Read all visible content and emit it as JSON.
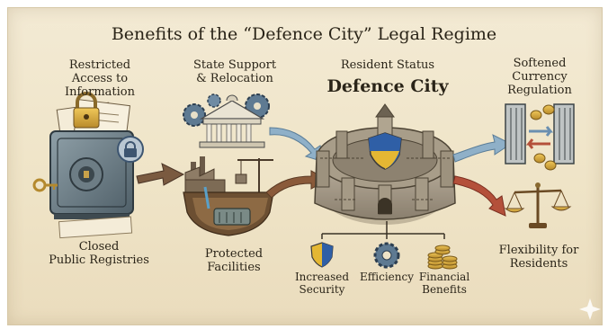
{
  "title": "Benefits of the “Defence City” Legal Regime",
  "top_labels": {
    "restricted": "Restricted\nAccess to\nInformation",
    "state_support": "State Support\n& Relocation",
    "resident_status": "Resident Status",
    "center_name": "Defence City",
    "currency": "Softened\nCurrency\nRegulation"
  },
  "bottom_labels": {
    "registries": "Closed\nPublic Registries",
    "facilities": "Protected\nFacilities",
    "flexibility": "Flexibility for\nResidents"
  },
  "sub_benefits": [
    {
      "label": "Increased\nSecurity",
      "icon": "shield-icon"
    },
    {
      "label": "Efficiency",
      "icon": "gear-icon"
    },
    {
      "label": "Financial\nBenefits",
      "icon": "coins-icon"
    }
  ],
  "colors": {
    "parchment": "#efe4c7",
    "ink": "#2a2418",
    "arrow_blue": "#7fa3c0",
    "arrow_brown": "#8a5a3a",
    "arrow_red": "#b4503a",
    "shield_blue": "#2f5fa6",
    "shield_gold": "#e4b733"
  }
}
